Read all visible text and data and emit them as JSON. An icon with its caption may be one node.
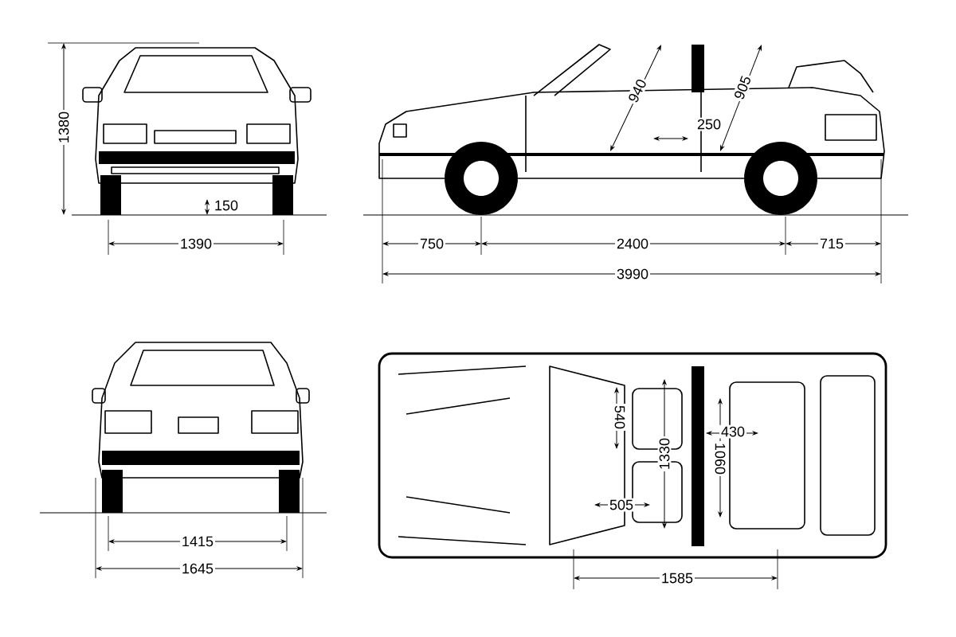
{
  "diagram": {
    "labels": [
      "1380",
      "940",
      "905",
      "250",
      "150",
      "1390",
      "750",
      "2400",
      "715",
      "3990",
      "540",
      "430",
      "1330",
      "1060",
      "505",
      "1415",
      "1645",
      "1585"
    ]
  }
}
